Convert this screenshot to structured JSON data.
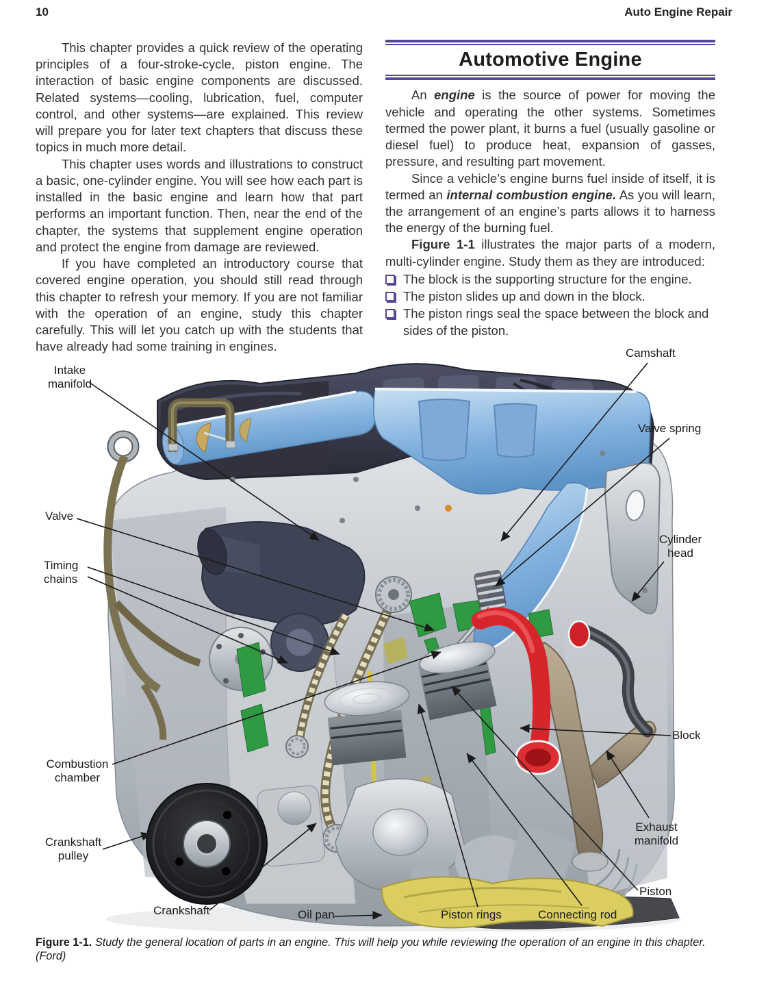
{
  "page": {
    "number": "10",
    "header_title": "Auto Engine Repair"
  },
  "left_column": {
    "paragraphs": [
      "This chapter provides a quick review of the operating principles of a four-stroke-cycle, piston engine. The interaction of basic engine components are discussed. Related systems—cooling, lubrication, fuel, computer control, and other systems—are explained. This review will prepare you for later text chapters that discuss these topics in much more detail.",
      "This chapter uses words and illustrations to construct a basic, one-cylinder engine. You will see how each part is installed in the basic engine and learn how that part performs an important function. Then, near the end of the chapter, the systems that supplement engine operation and protect the engine from damage are reviewed.",
      "If you have completed an introductory course that covered engine operation, you should still read through this chapter to refresh your memory. If you are not familiar with the operation of an engine, study this chapter carefully. This will let you catch up with the students that have already had some training in engines."
    ]
  },
  "right_column": {
    "heading": "Automotive Engine",
    "p1": {
      "pre": "An ",
      "term": "engine",
      "post": " is the source of power for moving the vehicle and operating the other systems. Sometimes termed the power plant, it burns a fuel (usually gasoline or diesel fuel) to produce heat, expansion of gasses, pressure, and resulting part movement."
    },
    "p2": {
      "pre": "Since a vehicle’s engine burns fuel inside of itself, it is termed an ",
      "term": "internal combustion engine.",
      "post": " As you will learn, the arrangement of an engine’s parts allows it to harness the energy of the burning fuel."
    },
    "p3": {
      "term": "Figure 1-1",
      "post": " illustrates the major parts of a modern, multi-cylinder engine. Study them as they are introduced:"
    },
    "bullets": [
      "The block is the supporting structure for the engine.",
      "The piston slides up and down in the block.",
      "The piston rings seal the space between the block and sides of the piston."
    ]
  },
  "figure": {
    "labels": {
      "intake_manifold": "Intake manifold",
      "camshaft": "Camshaft",
      "valve_spring": "Valve spring",
      "cylinder_head": "Cylinder head",
      "valve": "Valve",
      "timing_chains": "Timing chains",
      "combustion_chamber": "Combustion chamber",
      "block": "Block",
      "exhaust_manifold": "Exhaust manifold",
      "piston": "Piston",
      "crankshaft_pulley": "Crankshaft pulley",
      "crankshaft": "Crankshaft",
      "oil_pan": "Oil pan",
      "piston_rings": "Piston rings",
      "connecting_rod": "Connecting rod"
    },
    "caption": {
      "lead": "Figure 1-1.",
      "text": " Study the general location of parts in an engine. This will help you while reviewing the operation of an engine in this chapter. (Ford)"
    }
  },
  "colors": {
    "accent_purple": "#55479a",
    "intake_blue": "#8fb8e2",
    "hose_red": "#d6252b",
    "cut_green": "#2f9a41",
    "oil_yellow": "#dbcd5f"
  }
}
